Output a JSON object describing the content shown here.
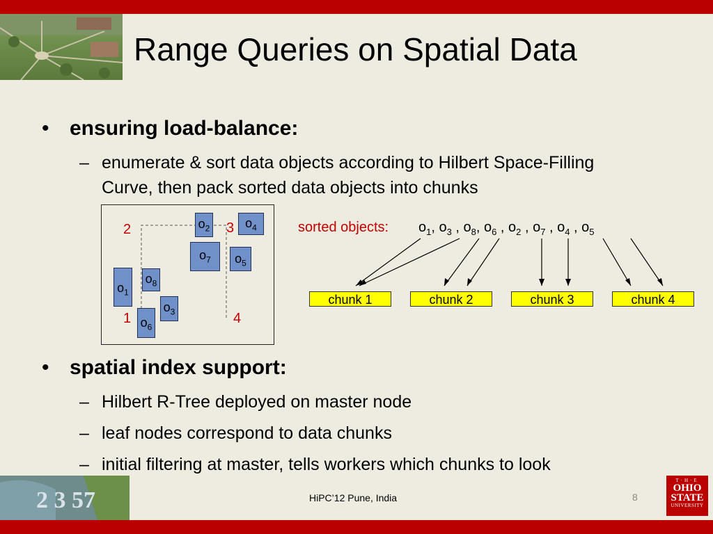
{
  "title": "Range Queries on Spatial Data",
  "bullets": [
    {
      "text": "ensuring load-balance:",
      "subitems": [
        "enumerate & sort data objects according to Hilbert Space-Filling",
        "Curve, then pack sorted data objects into chunks"
      ]
    },
    {
      "text": "spatial index support:",
      "subitems": [
        "Hilbert R-Tree deployed on master node",
        "leaf nodes correspond to data chunks",
        "initial filtering at master, tells workers which chunks to look"
      ]
    }
  ],
  "diagram": {
    "quadrant_labels": [
      "2",
      "3",
      "1",
      "4"
    ],
    "objects": [
      {
        "letter": "o",
        "index": "1"
      },
      {
        "letter": "o",
        "index": "2"
      },
      {
        "letter": "o",
        "index": "3"
      },
      {
        "letter": "o",
        "index": "4"
      },
      {
        "letter": "o",
        "index": "5"
      },
      {
        "letter": "o",
        "index": "6"
      },
      {
        "letter": "o",
        "index": "7"
      },
      {
        "letter": "o",
        "index": "8"
      }
    ],
    "sorted_label": "sorted objects:",
    "sorted_sequence": [
      {
        "letter": "o",
        "index": "1",
        "sep": ", "
      },
      {
        "letter": "o",
        "index": "3",
        "sep": " , "
      },
      {
        "letter": "o",
        "index": "8",
        "sep": ", "
      },
      {
        "letter": "o",
        "index": "6",
        "sep": " , "
      },
      {
        "letter": "o",
        "index": "2",
        "sep": " , "
      },
      {
        "letter": "o",
        "index": "7",
        "sep": " , "
      },
      {
        "letter": "o",
        "index": "4",
        "sep": " , "
      },
      {
        "letter": "o",
        "index": "5",
        "sep": ""
      }
    ],
    "chunks": [
      "chunk 1",
      "chunk 2",
      "chunk 3",
      "chunk 4"
    ]
  },
  "footer": {
    "text": "HiPC’12 Pune, India",
    "page": "8"
  },
  "logo": {
    "the": "T·H·E",
    "line1": "OHIO",
    "line2": "STATE",
    "line3": "UNIVERSITY"
  },
  "photo_numbers": "2 3 57",
  "colors": {
    "accent_red": "#bb0000",
    "object_fill": "#6f90c9",
    "chunk_fill": "#ffff00",
    "label_red": "#c00000"
  }
}
